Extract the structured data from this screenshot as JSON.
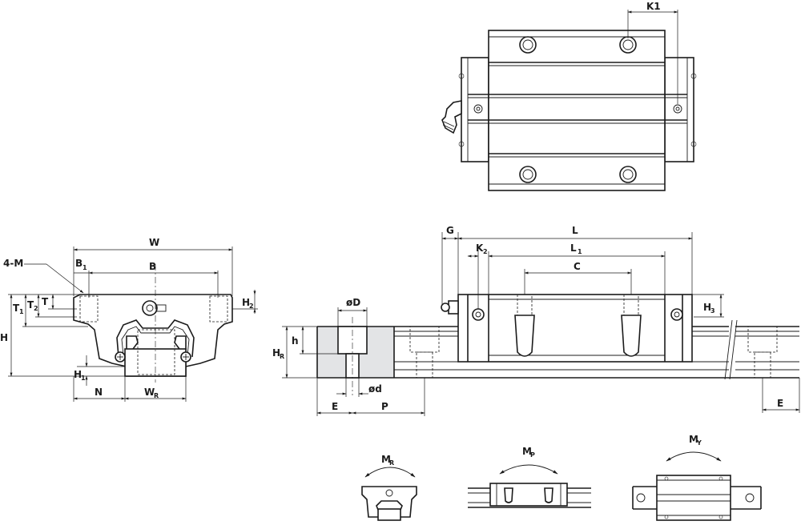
{
  "labels": {
    "k1": "K1",
    "w": "W",
    "four_m": "4-M",
    "b1": "B",
    "b1_sub": "1",
    "b": "B",
    "t1": "T",
    "t1_sub": "1",
    "t2": "T",
    "t2_sub": "2",
    "t": "T",
    "h2": "H",
    "h2_sub": "2",
    "h": "H",
    "h1": "H",
    "h1_sub": "1",
    "n": "N",
    "wr": "W",
    "wr_sub": "R",
    "g": "G",
    "l": "L",
    "k2": "K",
    "k2_sub": "2",
    "l1": "L",
    "l1_sub": "1",
    "c": "C",
    "h3": "H",
    "h3_sub": "3",
    "od_big": "øD",
    "od_small": "ød",
    "hr": "H",
    "hr_sub": "R",
    "h_small": "h",
    "e_left": "E",
    "p": "P",
    "e_right": "E",
    "mr": "M",
    "mr_sub": "R",
    "mp": "M",
    "mp_sub": "P",
    "my": "M",
    "my_sub": "Y"
  }
}
